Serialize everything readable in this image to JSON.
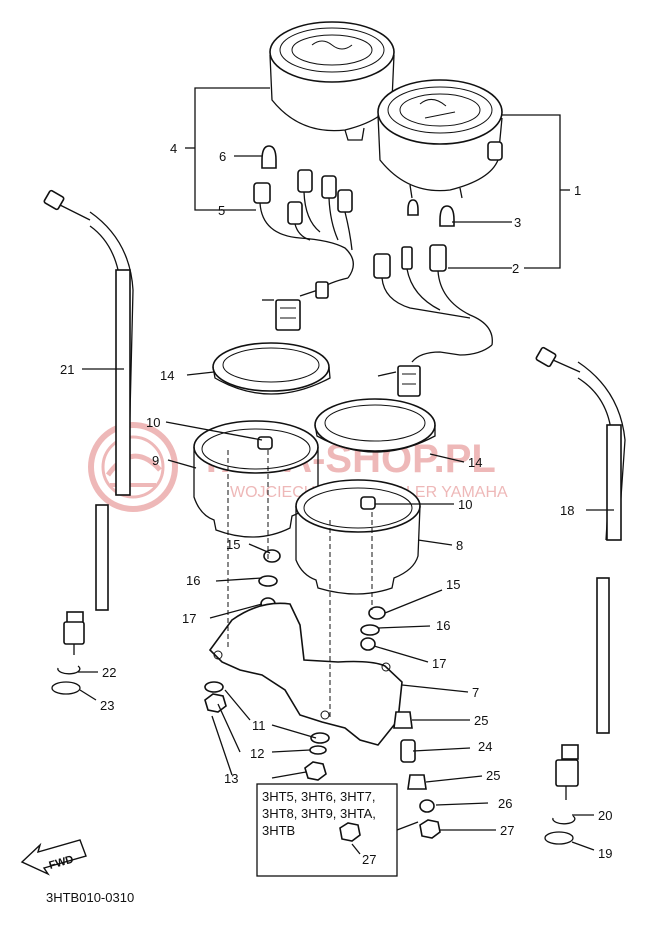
{
  "diagram_code": "3HTB010-0310",
  "watermark": {
    "title": "YAMA-SHOP.PL",
    "subtitle": "WOJCIECHOWSKI DEALER YAMAHA",
    "color": "#e9a1a1"
  },
  "variant_note": {
    "line1": "3HT5, 3HT6, 3HT7,",
    "line2": "3HT8, 3HT9, 3HTA,",
    "line3": "3HTB",
    "part": "27"
  },
  "fwd_label": "FWD",
  "callouts": [
    {
      "id": "1",
      "text": "1"
    },
    {
      "id": "2",
      "text": "2"
    },
    {
      "id": "3",
      "text": "3"
    },
    {
      "id": "4",
      "text": "4"
    },
    {
      "id": "5",
      "text": "5"
    },
    {
      "id": "6",
      "text": "6"
    },
    {
      "id": "7",
      "text": "7"
    },
    {
      "id": "8",
      "text": "8"
    },
    {
      "id": "9",
      "text": "9"
    },
    {
      "id": "10a",
      "text": "10"
    },
    {
      "id": "10b",
      "text": "10"
    },
    {
      "id": "11",
      "text": "11"
    },
    {
      "id": "12",
      "text": "12"
    },
    {
      "id": "13",
      "text": "13"
    },
    {
      "id": "14a",
      "text": "14"
    },
    {
      "id": "14b",
      "text": "14"
    },
    {
      "id": "15a",
      "text": "15"
    },
    {
      "id": "15b",
      "text": "15"
    },
    {
      "id": "16a",
      "text": "16"
    },
    {
      "id": "16b",
      "text": "16"
    },
    {
      "id": "17a",
      "text": "17"
    },
    {
      "id": "17b",
      "text": "17"
    },
    {
      "id": "18",
      "text": "18"
    },
    {
      "id": "19",
      "text": "19"
    },
    {
      "id": "20",
      "text": "20"
    },
    {
      "id": "21",
      "text": "21"
    },
    {
      "id": "22",
      "text": "22"
    },
    {
      "id": "23",
      "text": "23"
    },
    {
      "id": "24",
      "text": "24"
    },
    {
      "id": "25a",
      "text": "25"
    },
    {
      "id": "25b",
      "text": "25"
    },
    {
      "id": "26",
      "text": "26"
    },
    {
      "id": "27",
      "text": "27"
    }
  ]
}
